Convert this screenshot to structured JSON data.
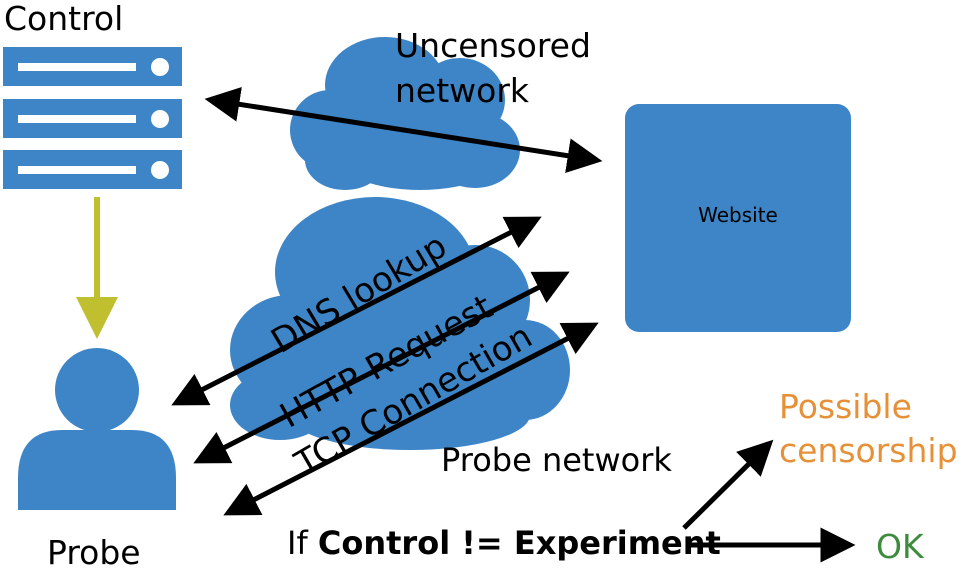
{
  "colors": {
    "node_blue": "#3D85C6",
    "control_arrow": "#BFBF30",
    "possible_censorship": "#E69138",
    "ok": "#3D8B3D",
    "arrow": "#000000"
  },
  "icons": {
    "control": "server-stack-icon",
    "probe": "user-icon",
    "clouds": "cloud-icon"
  },
  "nodes": {
    "control": "Control",
    "probe": "Probe",
    "website": "Website"
  },
  "networks": {
    "uncensored_line1": "Uncensored",
    "uncensored_line2": "network",
    "probe": "Probe network"
  },
  "connections": {
    "dns": "DNS lookup",
    "http": "HTTP Request",
    "tcp": "TCP Connection"
  },
  "decision": {
    "prefix": "If",
    "condition": "Control != Experiment",
    "possible_line1": "Possible",
    "possible_line2": "censorship",
    "ok": "OK"
  }
}
